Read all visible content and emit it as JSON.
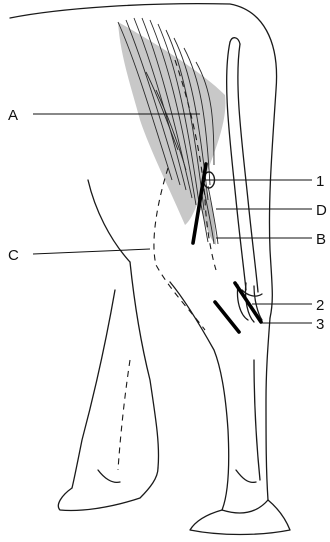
{
  "labels": {
    "A": "A",
    "B": "B",
    "C": "C",
    "D": "D",
    "n1": "1",
    "n2": "2",
    "n3": "3"
  },
  "colors": {
    "outline": "#1a1a1a",
    "muscle_fill": "#c8c8c8",
    "incision": "#000000"
  }
}
